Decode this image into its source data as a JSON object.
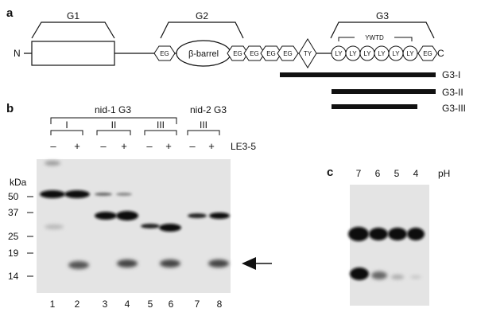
{
  "panels": {
    "a": {
      "letter": "a",
      "n_terminus": "N",
      "c_terminus": "C",
      "groups": [
        "G1",
        "G2",
        "G3"
      ],
      "beta_barrel": "β-barrel",
      "egf_label": "EG",
      "ty_label": "TY",
      "ly_label": "LY",
      "ywtd_label": "YWTD",
      "constructs": [
        "G3-I",
        "G3-II",
        "G3-III"
      ]
    },
    "b": {
      "letter": "b",
      "header_nid1": "nid-1 G3",
      "header_nid2": "nid-2 G3",
      "fragments": [
        "I",
        "II",
        "III",
        "III"
      ],
      "minus": "–",
      "plus": "+",
      "treatment": "LE3-5",
      "kda_label": "kDa",
      "markers": [
        "50",
        "37",
        "25",
        "19",
        "14"
      ],
      "lanes": [
        "1",
        "2",
        "3",
        "4",
        "5",
        "6",
        "7",
        "8"
      ]
    },
    "c": {
      "letter": "c",
      "ph_values": [
        "7",
        "6",
        "5",
        "4"
      ],
      "ph_label": "pH"
    }
  },
  "colors": {
    "ink": "#111111",
    "gel_bg": "#e4e4e4",
    "band": "#111111"
  }
}
